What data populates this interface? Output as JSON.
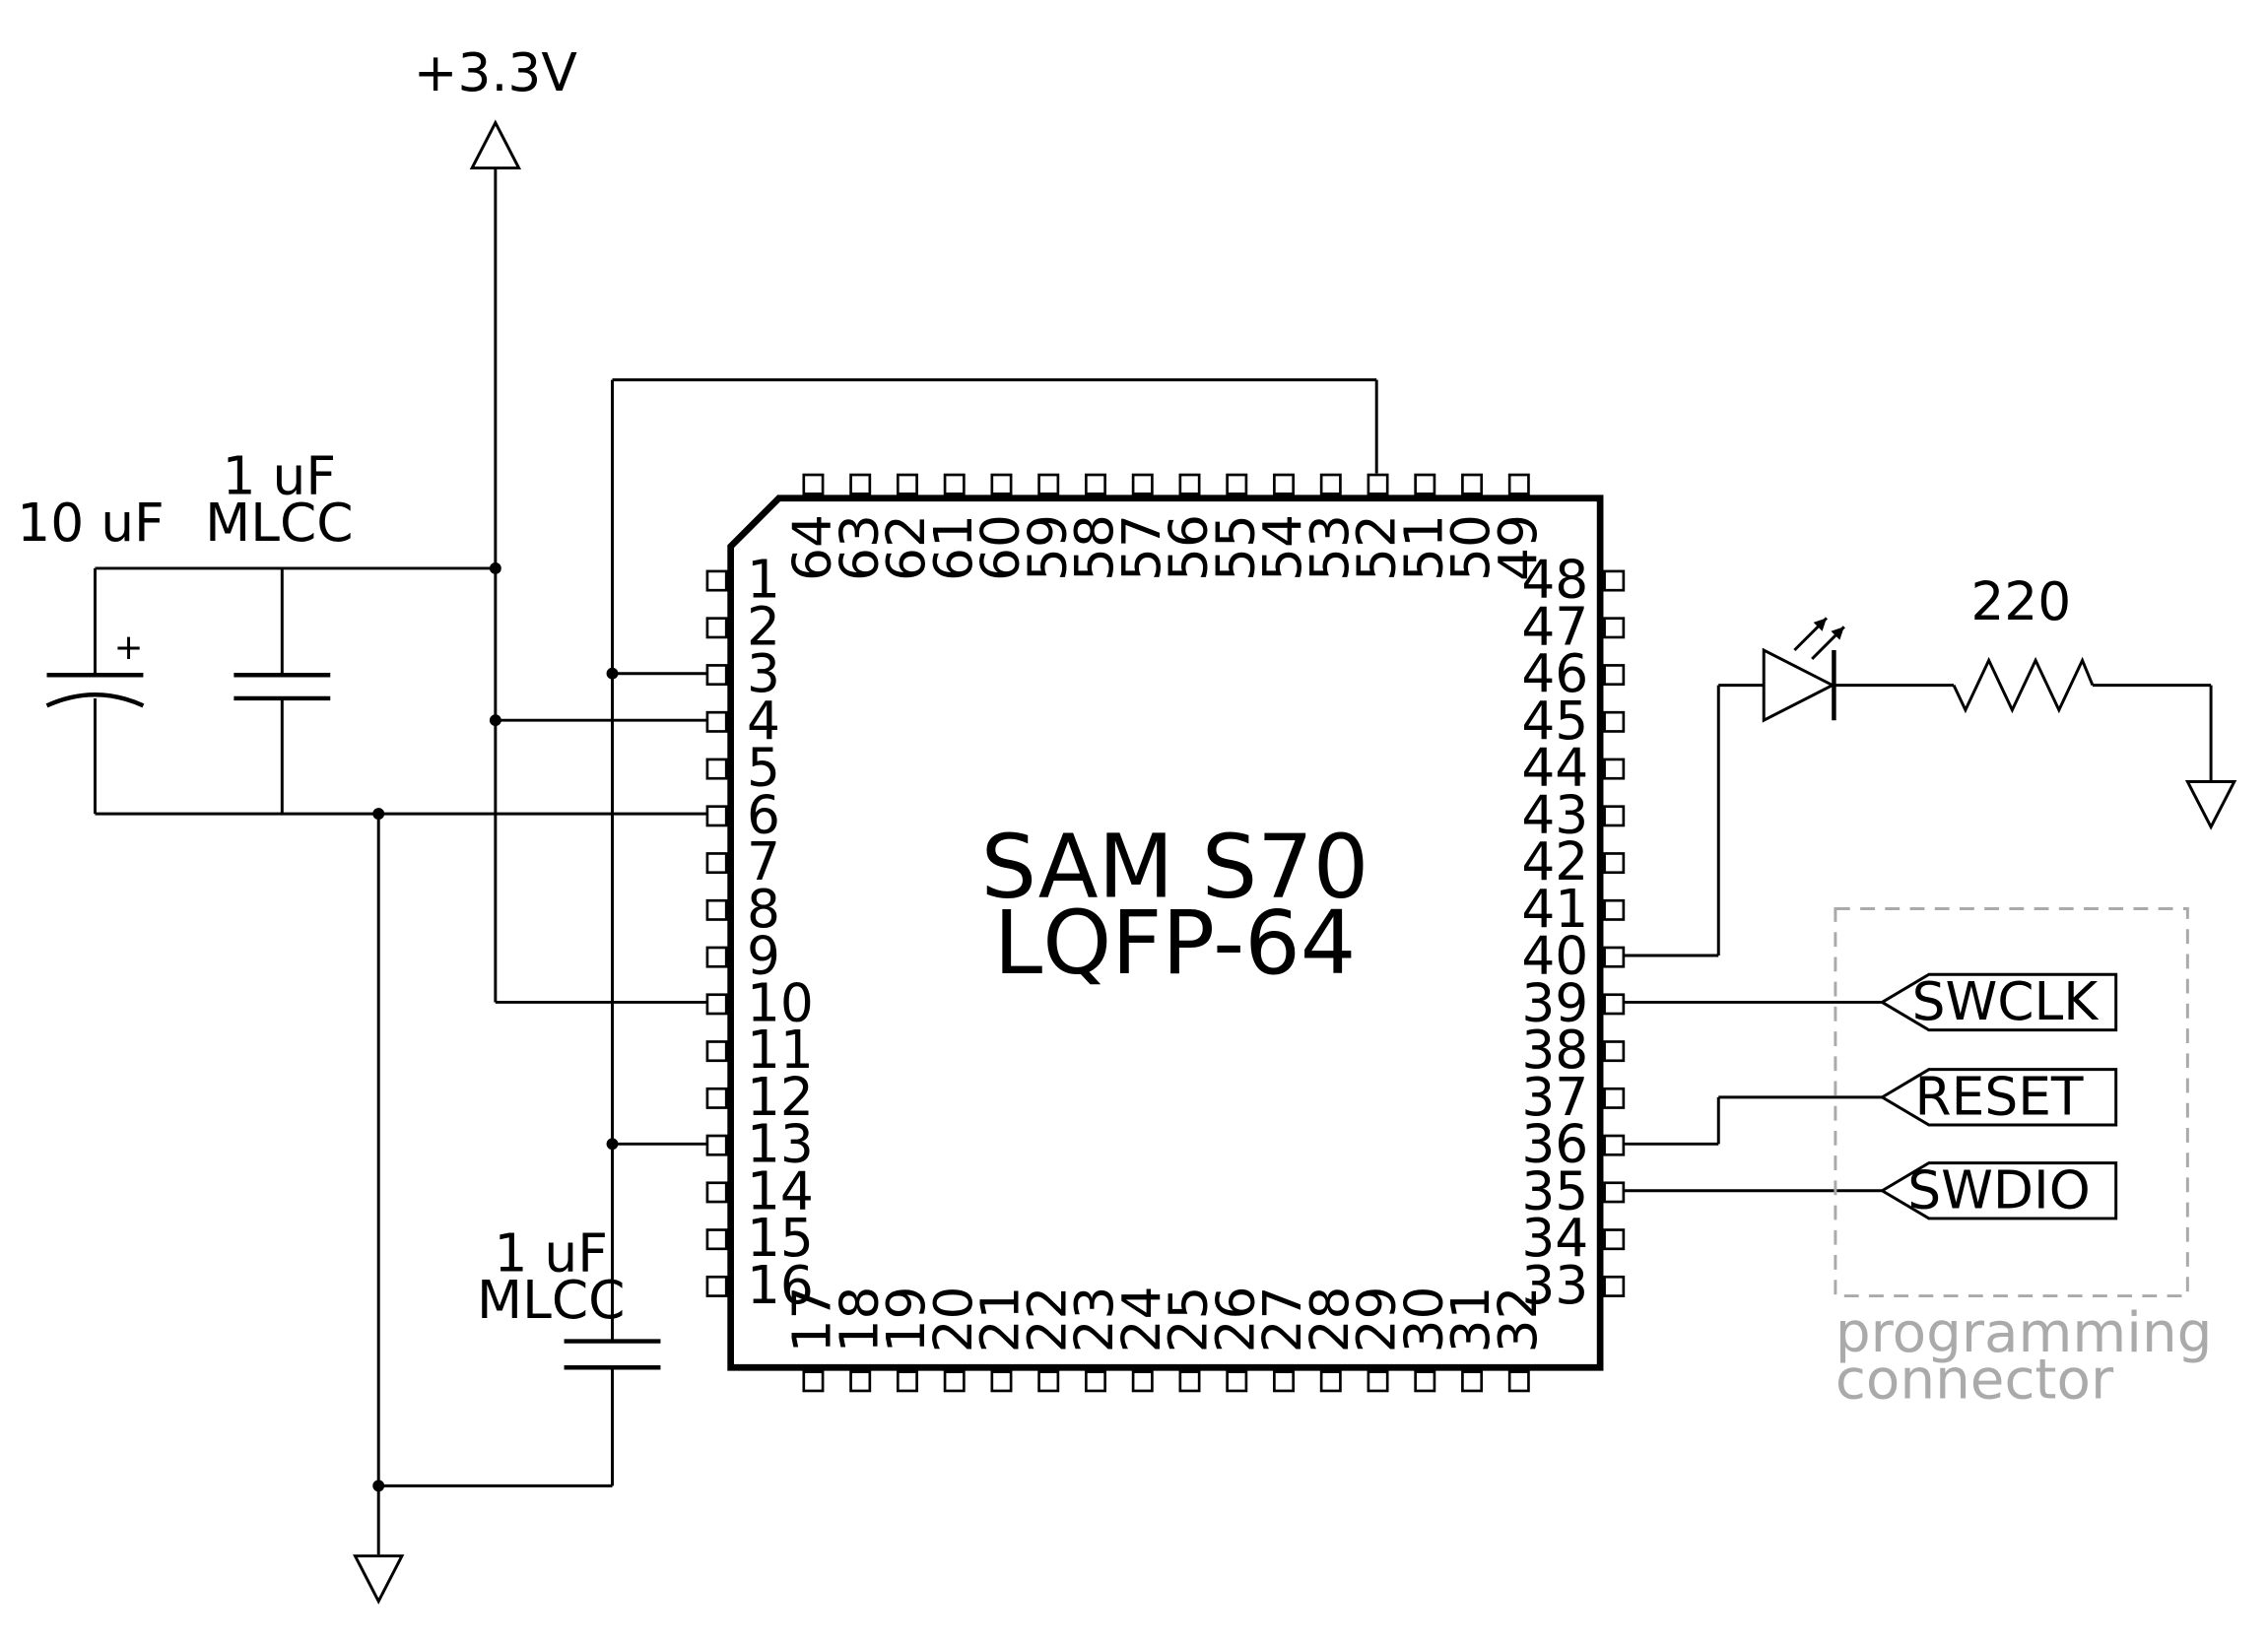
{
  "supply": {
    "label": "+3.3V"
  },
  "chip": {
    "name": "SAM S70",
    "package": "LQFP-64",
    "pins_left": [
      "1",
      "2",
      "3",
      "4",
      "5",
      "6",
      "7",
      "8",
      "9",
      "10",
      "11",
      "12",
      "13",
      "14",
      "15",
      "16"
    ],
    "pins_bottom": [
      "17",
      "18",
      "19",
      "20",
      "21",
      "22",
      "23",
      "24",
      "25",
      "26",
      "27",
      "28",
      "29",
      "30",
      "31",
      "32"
    ],
    "pins_right": [
      "33",
      "34",
      "35",
      "36",
      "37",
      "38",
      "39",
      "40",
      "41",
      "42",
      "43",
      "44",
      "45",
      "46",
      "47",
      "48"
    ],
    "pins_top": [
      "49",
      "50",
      "51",
      "52",
      "53",
      "54",
      "55",
      "56",
      "57",
      "58",
      "59",
      "60",
      "61",
      "62",
      "63",
      "64"
    ]
  },
  "components": {
    "c1": {
      "value": "10 uF",
      "polarity": "+"
    },
    "c2": {
      "value": "1 uF",
      "type": "MLCC"
    },
    "c3": {
      "value": "1 uF",
      "type": "MLCC"
    },
    "resistor": {
      "value": "220"
    }
  },
  "connector": {
    "signals": [
      "SWCLK",
      "RESET",
      "SWDIO"
    ],
    "caption_line1": "programming",
    "caption_line2": "connector",
    "outline_color": "#aaaaaa"
  },
  "icons": [
    "power-supply-arrow-icon",
    "ground-icon",
    "led-icon",
    "resistor-icon",
    "capacitor-icon",
    "polarized-capacitor-icon"
  ]
}
